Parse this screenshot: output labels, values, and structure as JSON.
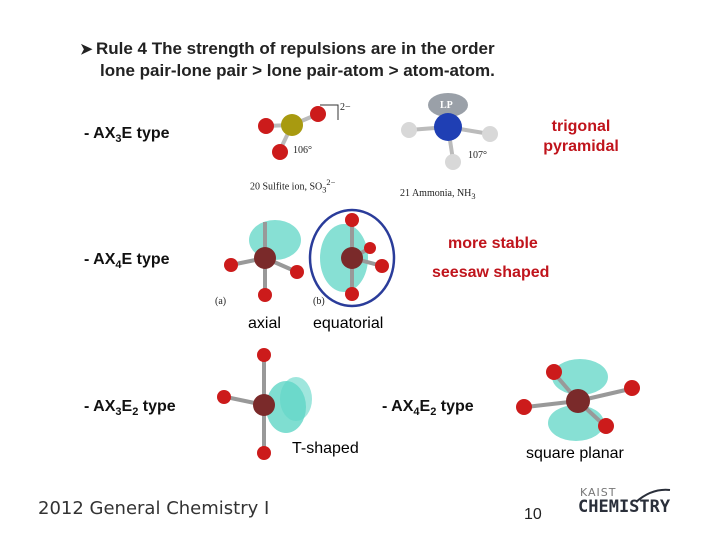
{
  "rule": {
    "line1": "Rule 4 The strength of repulsions are in the order",
    "line2": "lone pair-lone pair > lone pair-atom > atom-atom."
  },
  "types": {
    "ax3e_prefix": "- AX",
    "ax3e_sub": "3",
    "ax3e_suffix": "E type",
    "ax4e_prefix": "- AX",
    "ax4e_sub": "4",
    "ax4e_suffix": "E type",
    "ax3e2_prefix": "- AX",
    "ax3e2_sub1": "3",
    "ax3e2_mid": "E",
    "ax3e2_sub2": "2",
    "ax3e2_suffix": " type",
    "ax4e2_prefix": "- AX",
    "ax4e2_sub1": "4",
    "ax4e2_mid": "E",
    "ax4e2_sub2": "2",
    "ax4e2_suffix": " type"
  },
  "shapes": {
    "trigonal": "trigonal",
    "pyramidal": "pyramidal",
    "more_stable": "more stable",
    "seesaw": "seesaw shaped",
    "axial": "axial",
    "equatorial": "equatorial",
    "t_shaped": "T-shaped",
    "square_planar": "square planar"
  },
  "figures": {
    "sulfite_caption": "20  Sulfite ion, SO",
    "sulfite_sub": "3",
    "sulfite_sup": "2−",
    "ammonia_caption": "21  Ammonia, NH",
    "ammonia_sub": "3",
    "charge": "2−",
    "angle1": "106°",
    "angle2": "107°",
    "lp": "LP",
    "fig_a": "(a)",
    "fig_b": "(b)"
  },
  "footer": {
    "course": "2012 General Chemistry I",
    "page": "10",
    "logo_top": "KAIST",
    "logo_main": "CHEMISTRY"
  },
  "colors": {
    "red_text": "#c0141c",
    "oxygen": "#cc1b1b",
    "sulfur": "#a89a10",
    "nitrogen": "#1f3fb4",
    "hydrogen": "#d8d8d8",
    "central": "#7a2a2a",
    "lone_pair": "#5fd6c6",
    "highlight_circle": "#2a3c9a"
  }
}
